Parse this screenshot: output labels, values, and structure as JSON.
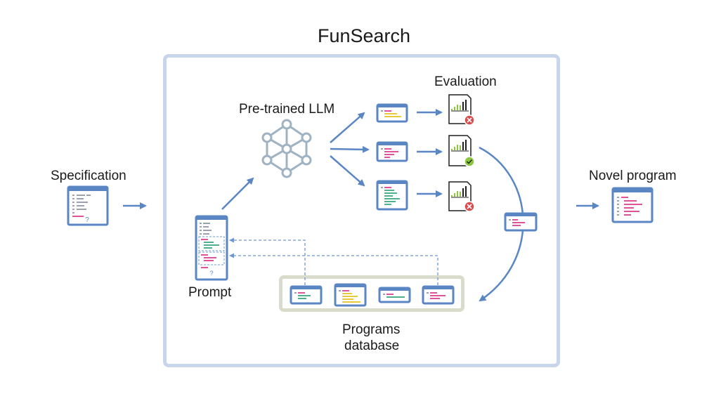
{
  "diagram": {
    "title": "FunSearch",
    "specification_label": "Specification",
    "llm_label": "Pre-trained LLM",
    "evaluation_label": "Evaluation",
    "prompt_label": "Prompt",
    "database_label_line1": "Programs",
    "database_label_line2": "database",
    "novel_program_label": "Novel program",
    "unknown_mark": "?"
  },
  "colors": {
    "arrow": "#5b86c4",
    "doc_border": "#5b86c4",
    "panel_border": "#c7d6ea",
    "db_border": "#d9dccb",
    "code_pink": "#e0539a",
    "code_yellow": "#e8c93a",
    "code_green": "#4fb08b",
    "code_gray": "#9aa3ad",
    "fail": "#d94c4c",
    "pass": "#8dc63f",
    "network": "#9fb3c2"
  },
  "icons": [
    "neural-network-icon",
    "document-icon",
    "bar-chart-icon",
    "fail-icon",
    "pass-icon"
  ]
}
